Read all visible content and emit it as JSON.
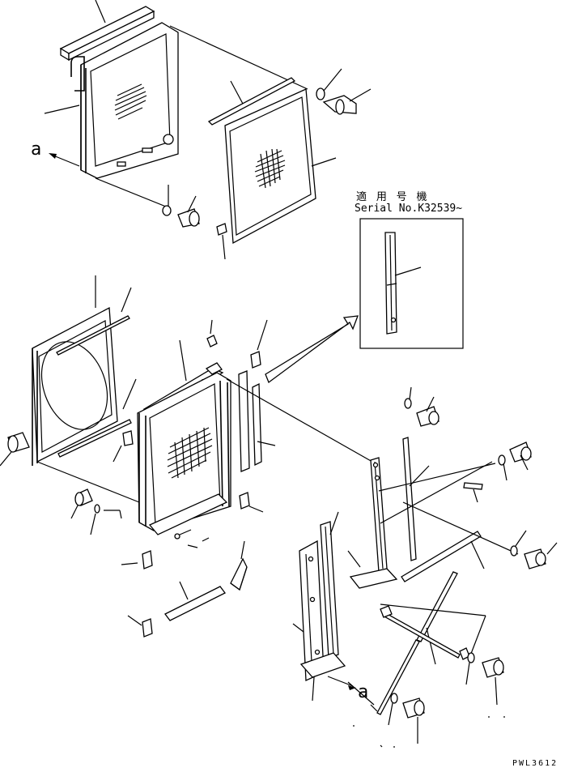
{
  "serial_box": {
    "title": "適 用 号 機",
    "serial": "Serial No.K32539~"
  },
  "markers": {
    "a_top": "a",
    "a_bottom": "a"
  },
  "drawing_code": "PWL3612"
}
